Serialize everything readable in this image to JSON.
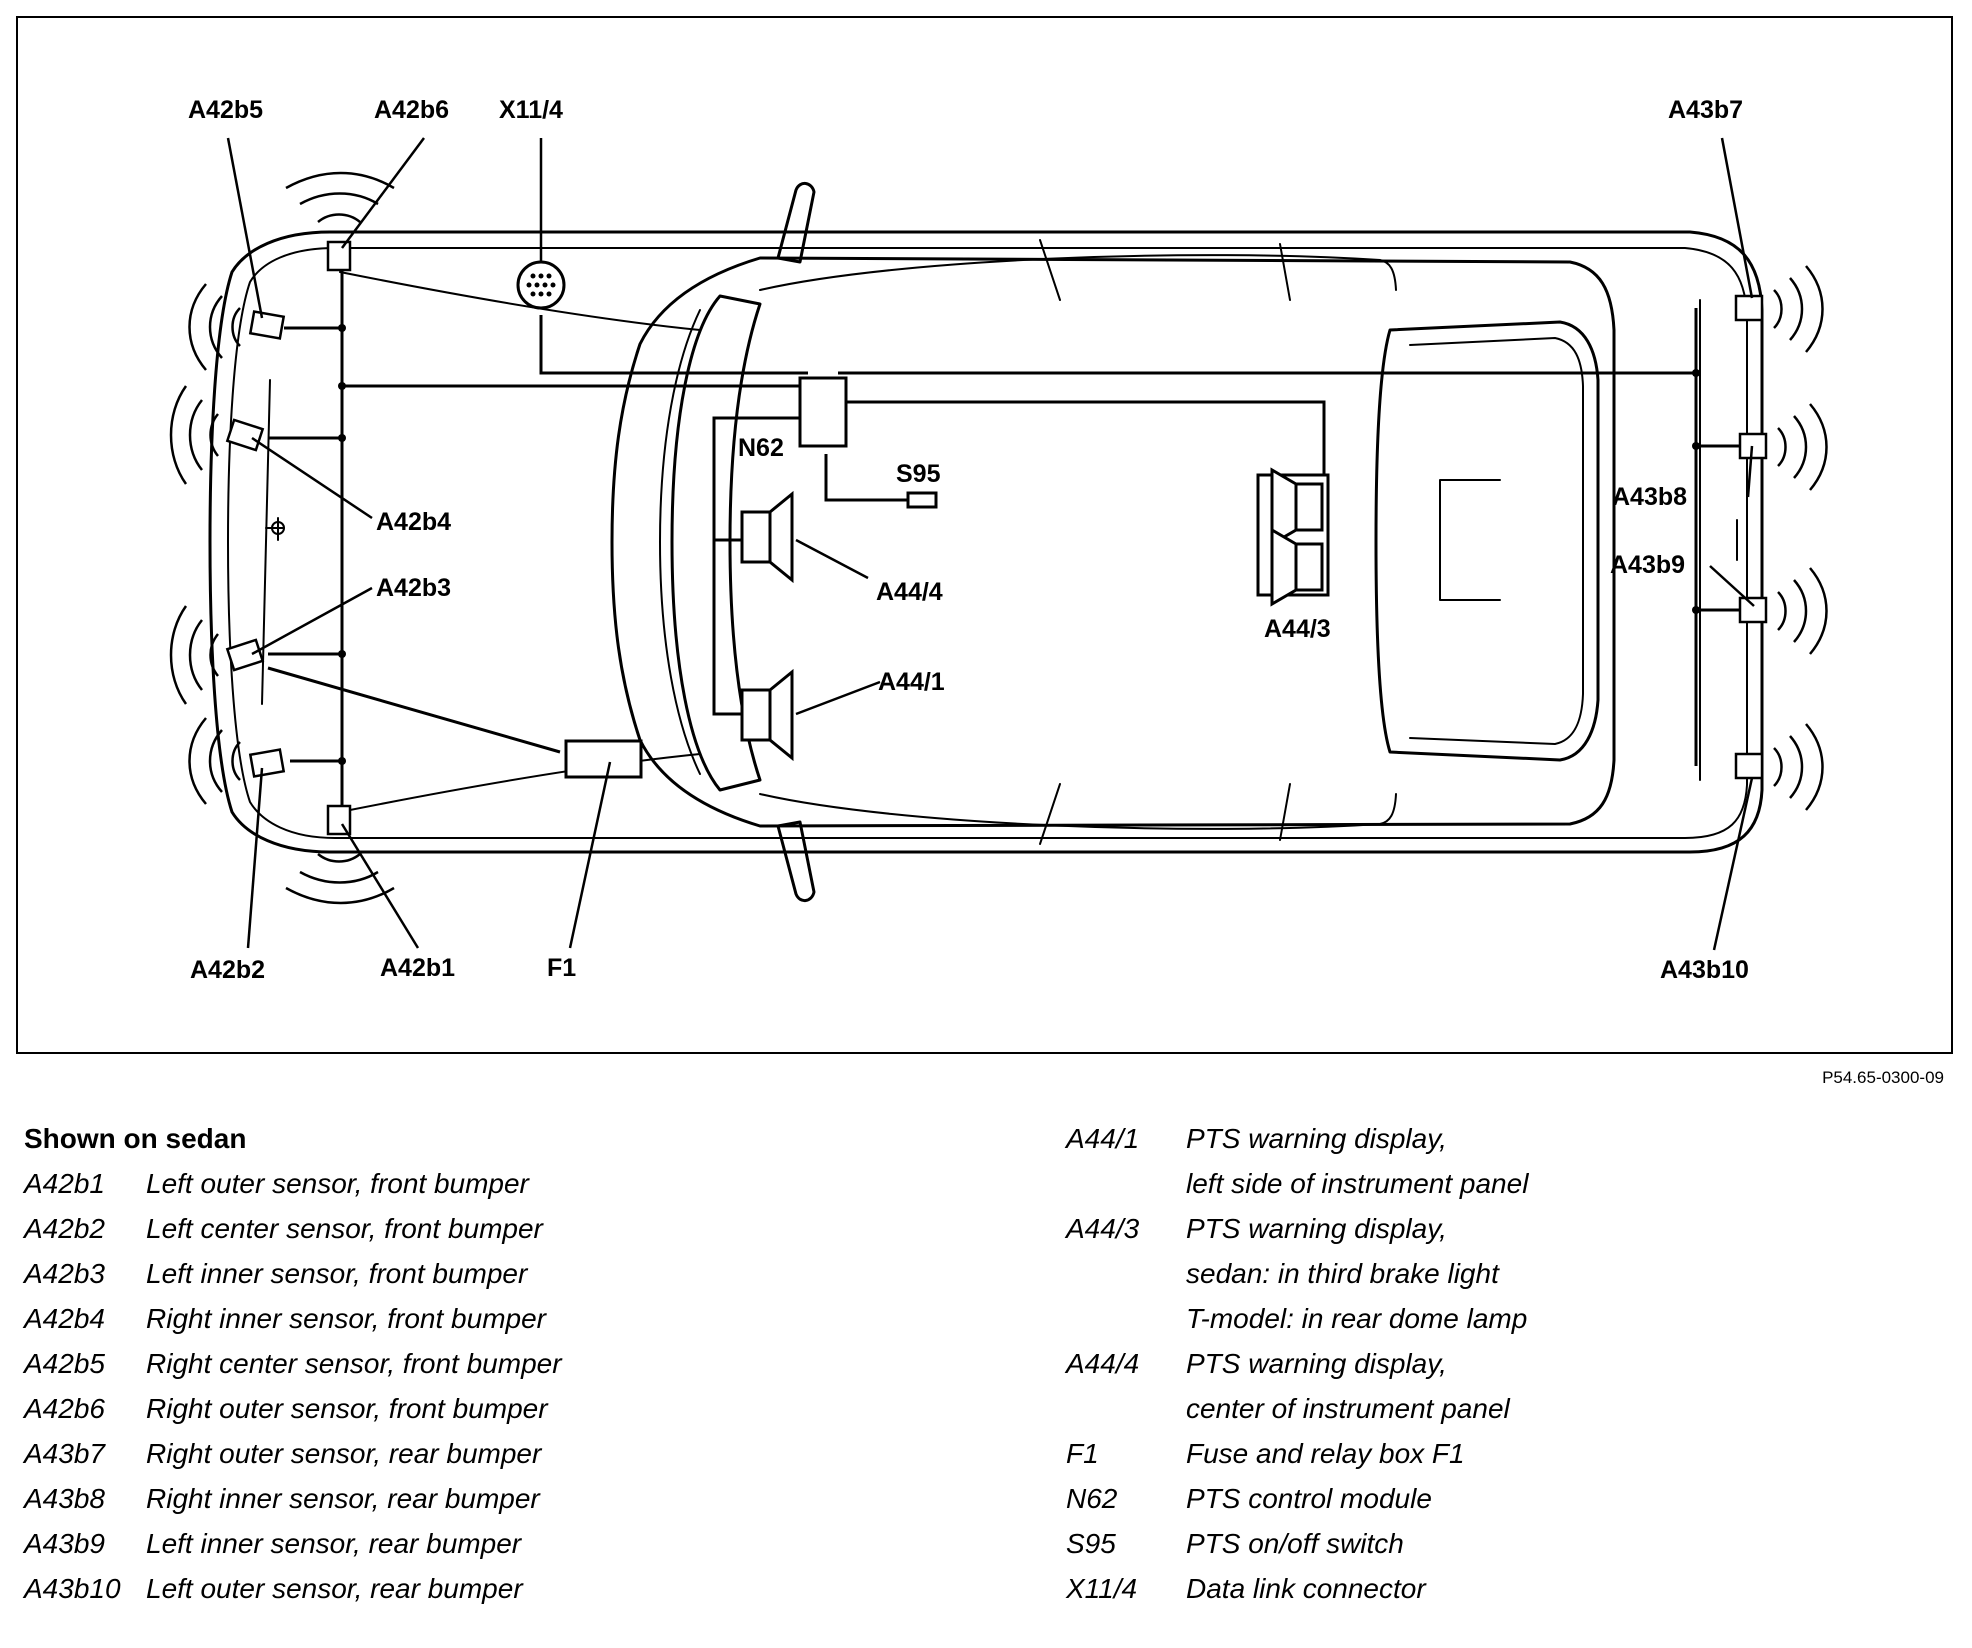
{
  "diagram": {
    "labels": {
      "A42b5": "A42b5",
      "A42b6": "A42b6",
      "X11_4": "X11/4",
      "A43b7": "A43b7",
      "N62": "N62",
      "S95": "S95",
      "A42b4": "A42b4",
      "A43b8": "A43b8",
      "A42b3": "A42b3",
      "A43b9": "A43b9",
      "A44_4": "A44/4",
      "A44_3": "A44/3",
      "A44_1": "A44/1",
      "A42b2": "A42b2",
      "A42b1": "A42b1",
      "F1": "F1",
      "A43b10": "A43b10"
    },
    "figure_id": "P54.65-0300-09"
  },
  "legend_left": {
    "caption": "Shown on sedan",
    "items": [
      {
        "code": "A42b1",
        "desc": "Left outer sensor, front bumper"
      },
      {
        "code": "A42b2",
        "desc": "Left center sensor, front bumper"
      },
      {
        "code": "A42b3",
        "desc": "Left inner sensor, front bumper"
      },
      {
        "code": "A42b4",
        "desc": "Right inner sensor, front bumper"
      },
      {
        "code": "A42b5",
        "desc": "Right center sensor, front bumper"
      },
      {
        "code": "A42b6",
        "desc": "Right outer sensor, front bumper"
      },
      {
        "code": "A43b7",
        "desc": "Right outer sensor, rear bumper"
      },
      {
        "code": "A43b8",
        "desc": "Right inner sensor, rear bumper"
      },
      {
        "code": "A43b9",
        "desc": "Left inner sensor, rear bumper"
      },
      {
        "code": "A43b10",
        "desc": "Left outer sensor, rear bumper"
      }
    ]
  },
  "legend_right": {
    "items": [
      {
        "code": "A44/1",
        "lines": [
          "PTS warning display,",
          "left side of instrument panel"
        ]
      },
      {
        "code": "A44/3",
        "lines": [
          "PTS warning display,",
          "sedan:  in third brake light",
          "T-model:   in rear dome lamp"
        ]
      },
      {
        "code": "A44/4",
        "lines": [
          "PTS warning display,",
          "center of instrument panel"
        ]
      },
      {
        "code": "F1",
        "lines": [
          "Fuse and relay box F1"
        ]
      },
      {
        "code": "N62",
        "lines": [
          "PTS control module"
        ]
      },
      {
        "code": "S95",
        "lines": [
          "PTS on/off switch"
        ]
      },
      {
        "code": "X11/4",
        "lines": [
          "Data link connector"
        ]
      }
    ]
  }
}
